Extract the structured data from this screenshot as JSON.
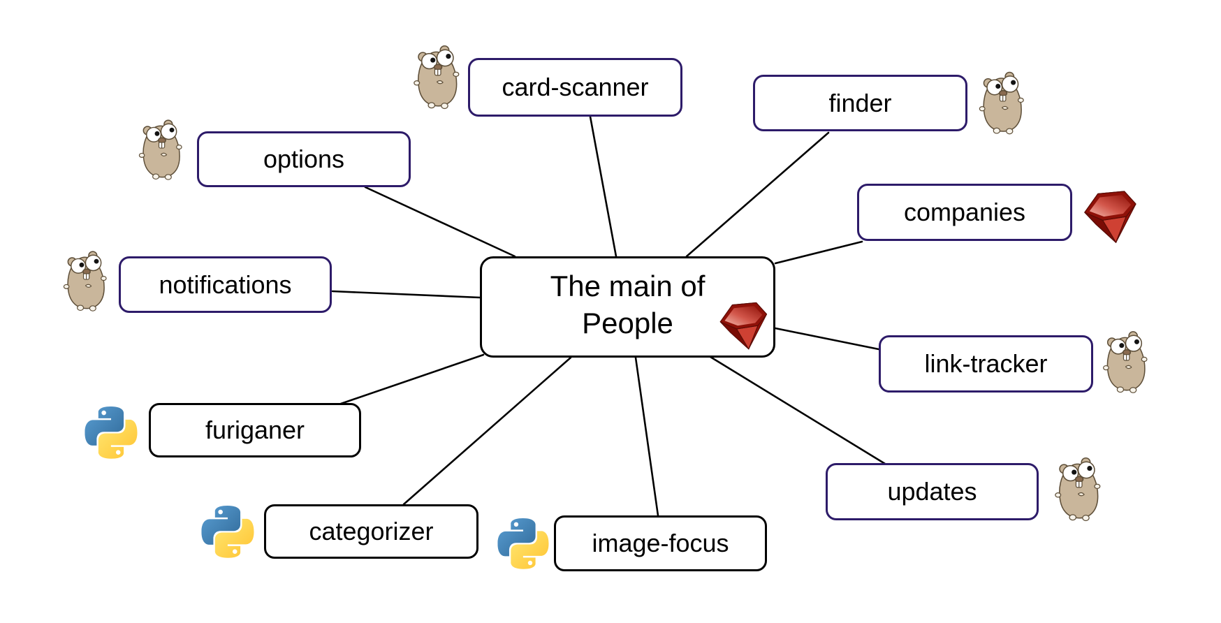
{
  "diagram": {
    "type": "mindmap",
    "center": {
      "label": "The main of People",
      "line1": "The main of",
      "line2": "People",
      "icon": "ruby",
      "border": "black"
    },
    "nodes": [
      {
        "label": "card-scanner",
        "icon": "go-gopher",
        "icon_side": "left",
        "border": "purple"
      },
      {
        "label": "finder",
        "icon": "go-gopher",
        "icon_side": "right",
        "border": "purple"
      },
      {
        "label": "companies",
        "icon": "ruby",
        "icon_side": "right",
        "border": "purple"
      },
      {
        "label": "link-tracker",
        "icon": "go-gopher",
        "icon_side": "right",
        "border": "purple"
      },
      {
        "label": "updates",
        "icon": "go-gopher",
        "icon_side": "right",
        "border": "purple"
      },
      {
        "label": "image-focus",
        "icon": "python",
        "icon_side": "left",
        "border": "black"
      },
      {
        "label": "categorizer",
        "icon": "python",
        "icon_side": "left",
        "border": "black"
      },
      {
        "label": "furiganer",
        "icon": "python",
        "icon_side": "left",
        "border": "black"
      },
      {
        "label": "notifications",
        "icon": "go-gopher",
        "icon_side": "left",
        "border": "purple"
      },
      {
        "label": "options",
        "icon": "go-gopher",
        "icon_side": "left",
        "border": "purple"
      }
    ],
    "colors": {
      "accent_border": "#2d1b69",
      "plain_border": "#000000",
      "edge": "#000000",
      "background": "#ffffff",
      "gopher_body": "#c9b69b",
      "python_blue": "#3572a5",
      "python_yellow": "#ffd43b",
      "ruby_red": "#a51708"
    }
  }
}
